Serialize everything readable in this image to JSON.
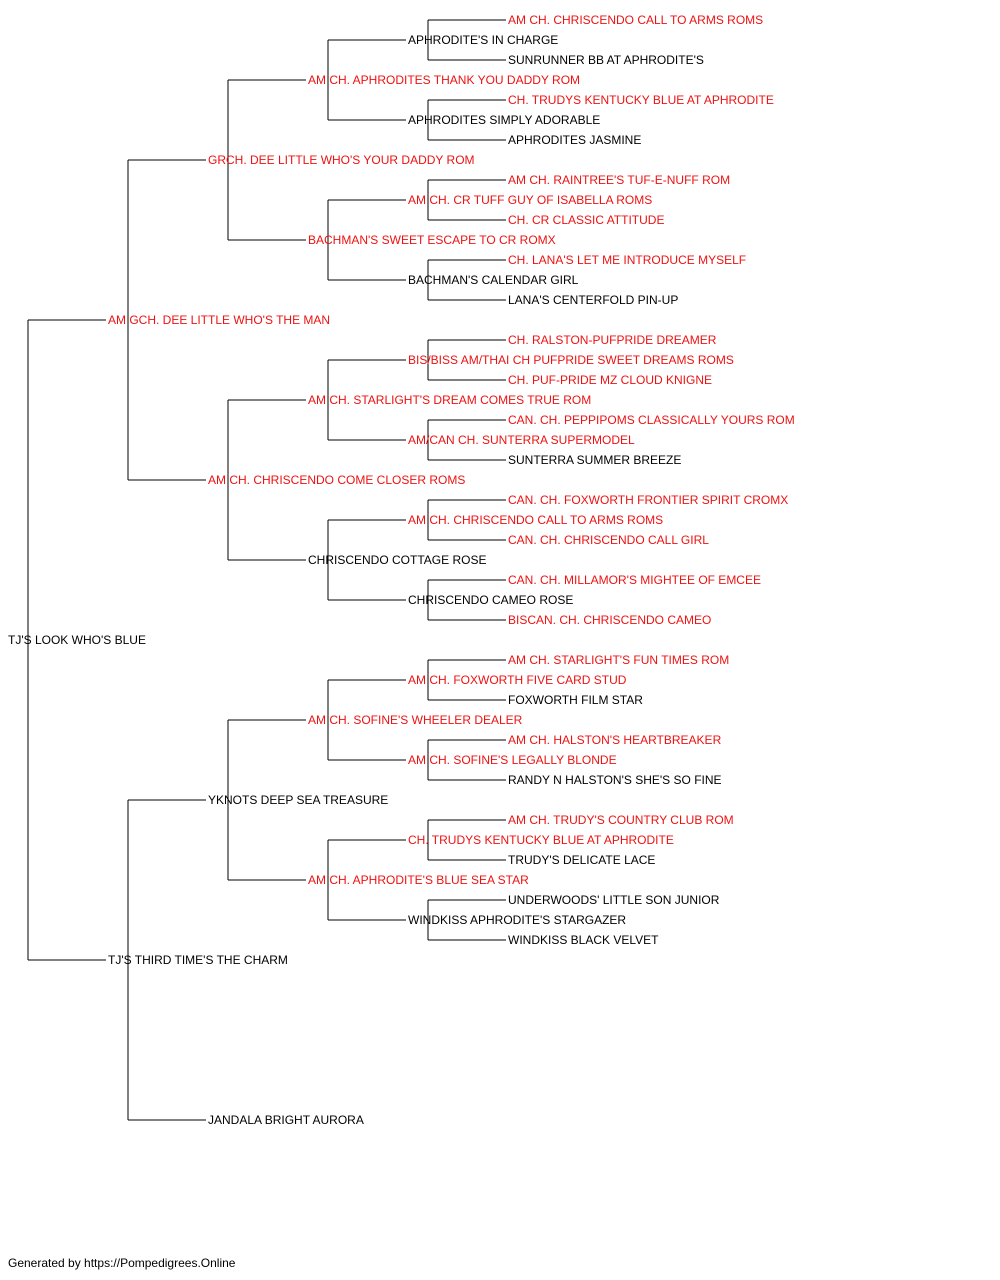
{
  "colors": {
    "titled": "#ee1111",
    "untitled": "#000000",
    "connector": "#000000",
    "background": "#ffffff"
  },
  "pedigree": {
    "name": "TJ'S LOOK WHO'S BLUE",
    "titled": false,
    "sire": {
      "name": "AM GCH. DEE LITTLE WHO'S THE MAN",
      "titled": true,
      "sire": {
        "name": "GRCH. DEE LITTLE WHO'S YOUR DADDY ROM",
        "titled": true,
        "sire": {
          "name": "AM CH. APHRODITES THANK YOU DADDY ROM",
          "titled": true,
          "sire": {
            "name": "APHRODITE'S IN CHARGE",
            "titled": false,
            "sire": {
              "name": "AM CH. CHRISCENDO CALL TO ARMS ROMS",
              "titled": true
            },
            "dam": {
              "name": "SUNRUNNER BB AT APHRODITE'S",
              "titled": false
            }
          },
          "dam": {
            "name": "APHRODITES SIMPLY ADORABLE",
            "titled": false,
            "sire": {
              "name": "CH. TRUDYS KENTUCKY BLUE AT APHRODITE",
              "titled": true
            },
            "dam": {
              "name": "APHRODITES JASMINE",
              "titled": false
            }
          }
        },
        "dam": {
          "name": "BACHMAN'S SWEET ESCAPE TO CR ROMX",
          "titled": true,
          "sire": {
            "name": "AM CH. CR TUFF GUY OF ISABELLA ROMS",
            "titled": true,
            "sire": {
              "name": "AM CH. RAINTREE'S TUF-E-NUFF ROM",
              "titled": true
            },
            "dam": {
              "name": "CH. CR CLASSIC ATTITUDE",
              "titled": true
            }
          },
          "dam": {
            "name": "BACHMAN'S CALENDAR GIRL",
            "titled": false,
            "sire": {
              "name": "CH. LANA'S LET ME INTRODUCE MYSELF",
              "titled": true
            },
            "dam": {
              "name": "LANA'S CENTERFOLD PIN-UP",
              "titled": false
            }
          }
        }
      },
      "dam": {
        "name": "AM CH. CHRISCENDO COME CLOSER ROMS",
        "titled": true,
        "sire": {
          "name": "AM CH. STARLIGHT'S DREAM COMES TRUE ROM",
          "titled": true,
          "sire": {
            "name": "BIS/BISS AM/THAI CH PUFPRIDE SWEET DREAMS ROMS",
            "titled": true,
            "sire": {
              "name": "CH. RALSTON-PUFPRIDE DREAMER",
              "titled": true
            },
            "dam": {
              "name": "CH. PUF-PRIDE MZ CLOUD KNIGNE",
              "titled": true
            }
          },
          "dam": {
            "name": "AM/CAN CH. SUNTERRA SUPERMODEL",
            "titled": true,
            "sire": {
              "name": "CAN. CH. PEPPIPOMS CLASSICALLY YOURS ROM",
              "titled": true
            },
            "dam": {
              "name": "SUNTERRA SUMMER BREEZE",
              "titled": false
            }
          }
        },
        "dam": {
          "name": "CHRISCENDO COTTAGE ROSE",
          "titled": false,
          "sire": {
            "name": "AM CH. CHRISCENDO CALL TO ARMS ROMS",
            "titled": true,
            "sire": {
              "name": "CAN. CH. FOXWORTH FRONTIER SPIRIT CROMX",
              "titled": true
            },
            "dam": {
              "name": "CAN. CH. CHRISCENDO CALL GIRL",
              "titled": true
            }
          },
          "dam": {
            "name": "CHRISCENDO CAMEO ROSE",
            "titled": false,
            "sire": {
              "name": "CAN. CH. MILLAMOR'S MIGHTEE OF EMCEE",
              "titled": true
            },
            "dam": {
              "name": "BISCAN. CH. CHRISCENDO CAMEO",
              "titled": true
            }
          }
        }
      }
    },
    "dam": {
      "name": "TJ'S THIRD TIME'S THE CHARM",
      "titled": false,
      "sire": {
        "name": "YKNOTS DEEP SEA TREASURE",
        "titled": false,
        "sire": {
          "name": "AM CH. SOFINE'S WHEELER DEALER",
          "titled": true,
          "sire": {
            "name": "AM CH. FOXWORTH FIVE CARD STUD",
            "titled": true,
            "sire": {
              "name": "AM CH. STARLIGHT'S FUN TIMES ROM",
              "titled": true
            },
            "dam": {
              "name": "FOXWORTH FILM STAR",
              "titled": false
            }
          },
          "dam": {
            "name": "AM CH. SOFINE'S LEGALLY BLONDE",
            "titled": true,
            "sire": {
              "name": "AM CH. HALSTON'S HEARTBREAKER",
              "titled": true
            },
            "dam": {
              "name": "RANDY N HALSTON'S SHE'S SO FINE",
              "titled": false
            }
          }
        },
        "dam": {
          "name": "AM CH. APHRODITE'S BLUE SEA STAR",
          "titled": true,
          "sire": {
            "name": "CH. TRUDYS KENTUCKY BLUE AT APHRODITE",
            "titled": true,
            "sire": {
              "name": "AM CH. TRUDY'S COUNTRY CLUB ROM",
              "titled": true
            },
            "dam": {
              "name": "TRUDY'S DELICATE LACE",
              "titled": false
            }
          },
          "dam": {
            "name": "WINDKISS APHRODITE'S STARGAZER",
            "titled": false,
            "sire": {
              "name": "UNDERWOODS' LITTLE SON JUNIOR",
              "titled": false
            },
            "dam": {
              "name": "WINDKISS BLACK VELVET",
              "titled": false
            }
          }
        }
      },
      "dam": {
        "name": "JANDALA BRIGHT AURORA",
        "titled": false
      }
    }
  },
  "footer": {
    "text": "Generated by https://Pompedigrees.Online"
  }
}
